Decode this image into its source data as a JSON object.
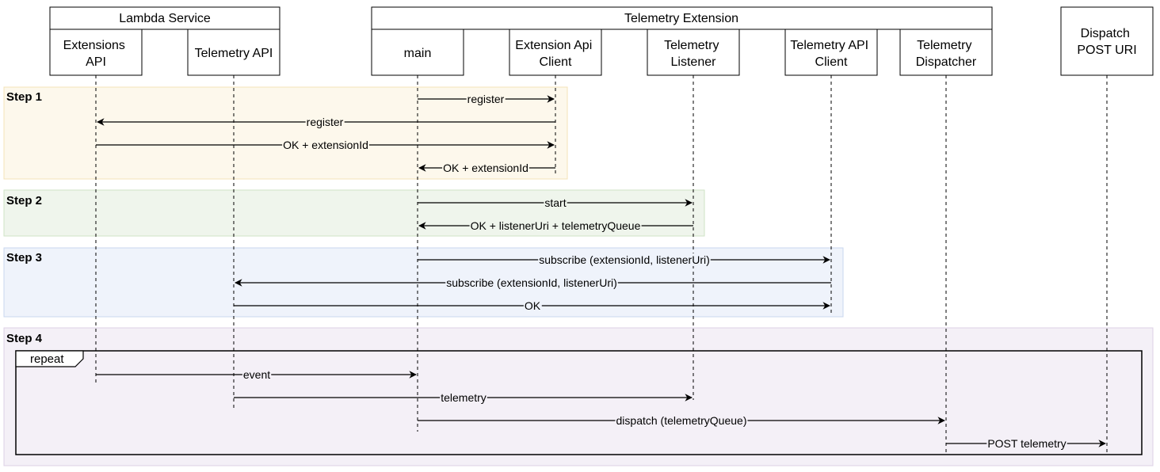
{
  "groups": {
    "lambda_service": "Lambda Service",
    "telemetry_extension": "Telemetry Extension"
  },
  "participants": {
    "extensions_api": [
      "Extensions",
      "API"
    ],
    "telemetry_api": [
      "Telemetry API"
    ],
    "main": [
      "main"
    ],
    "extension_api_client": [
      "Extension Api",
      "Client"
    ],
    "telemetry_listener": [
      "Telemetry",
      "Listener"
    ],
    "telemetry_api_client": [
      "Telemetry API",
      "Client"
    ],
    "telemetry_dispatcher": [
      "Telemetry",
      "Dispatcher"
    ],
    "dispatch_post_uri": [
      "Dispatch",
      "POST URI"
    ]
  },
  "steps": {
    "step1": "Step 1",
    "step2": "Step 2",
    "step3": "Step 3",
    "step4": "Step 4"
  },
  "step_colors": {
    "step1": {
      "fill": "#fdf8ec",
      "stroke": "#f4e3b8"
    },
    "step2": {
      "fill": "#eff5ec",
      "stroke": "#cfe3c6"
    },
    "step3": {
      "fill": "#eff3fb",
      "stroke": "#cad7ef"
    },
    "step4": {
      "fill": "#f4f0f7",
      "stroke": "#ddd0e6"
    }
  },
  "loop_label": "repeat",
  "messages": {
    "m1": "register",
    "m2": "register",
    "m3": "OK + extensionId",
    "m4": "OK + extensionId",
    "m5": "start",
    "m6": "OK + listenerUri + telemetryQueue",
    "m7": "subscribe (extensionId, listenerUri)",
    "m8": "subscribe (extensionId, listenerUri)",
    "m9": "OK",
    "m10": "event",
    "m11": "telemetry",
    "m12": "dispatch (telemetryQueue)",
    "m13": "POST telemetry"
  }
}
